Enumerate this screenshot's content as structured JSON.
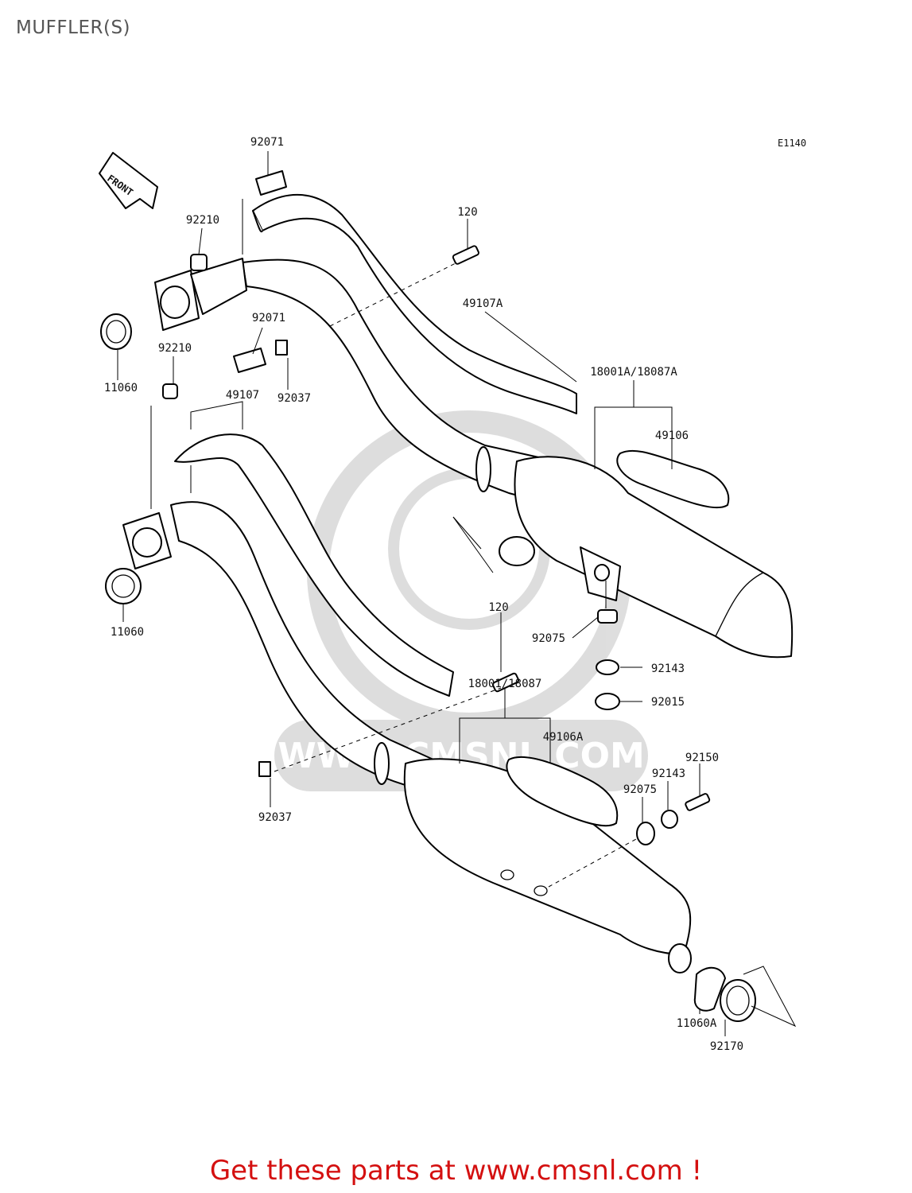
{
  "title": "MUFFLER(S)",
  "figure_code": "E1140",
  "front_label": "FRONT",
  "watermark": "WWW.CMSNL.COM",
  "callouts": {
    "c92071_top": "92071",
    "c92210_top": "92210",
    "c120_top": "120",
    "c49107A": "49107A",
    "c11060_top": "11060",
    "c92210_mid": "92210",
    "c92071_mid": "92071",
    "c92037_top": "92037",
    "c49107": "49107",
    "c18001A": "18001A/18087A",
    "c49106": "49106",
    "c11060_bot": "11060",
    "c120_mid": "120",
    "c92075_top": "92075",
    "c92143_top": "92143",
    "c92015": "92015",
    "c18001": "18001/18087",
    "c49106A": "49106A",
    "c92150": "92150",
    "c92143_bot": "92143",
    "c92075_bot": "92075",
    "c92037_bot": "92037",
    "c11060A": "11060A",
    "c92170": "92170"
  },
  "footer_link": "Get these parts at www.cmsnl.com !"
}
